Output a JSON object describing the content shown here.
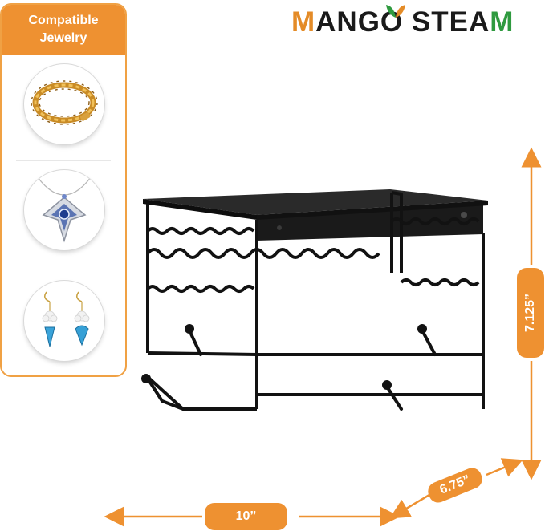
{
  "brand": {
    "m1": "M",
    "rest": "ANGO STEA",
    "m2": "M"
  },
  "compatible": {
    "line1": "Compatible",
    "line2": "Jewelry"
  },
  "jewelry_icons": [
    "bracelet-image",
    "necklace-image",
    "earrings-image"
  ],
  "dimensions": {
    "width": "10”",
    "height": "7.125”",
    "depth": "6.75”"
  },
  "colors": {
    "accent": "#ee9131",
    "brand_green": "#2f9a3f",
    "rack": "#121212"
  }
}
